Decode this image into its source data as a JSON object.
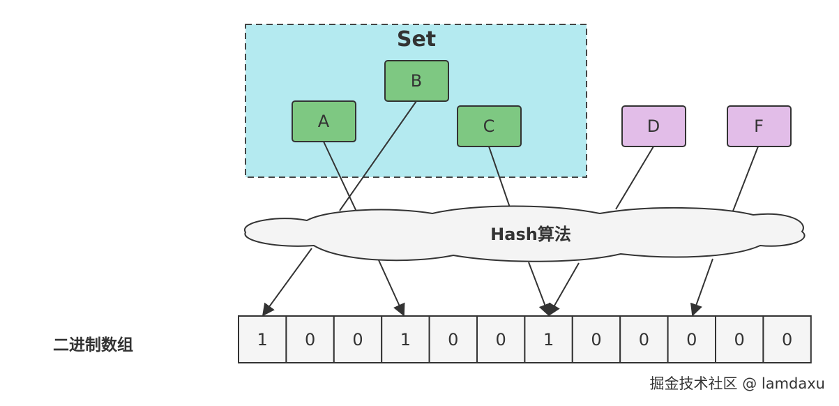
{
  "set": {
    "title": "Set",
    "fill": "#b4eaf0"
  },
  "set_nodes": [
    {
      "id": "A",
      "label": "A"
    },
    {
      "id": "B",
      "label": "B"
    },
    {
      "id": "C",
      "label": "C"
    }
  ],
  "outside_nodes": [
    {
      "id": "D",
      "label": "D"
    },
    {
      "id": "F",
      "label": "F"
    }
  ],
  "hash_cloud": {
    "label": "Hash算法"
  },
  "binary_array": {
    "label": "二进制数组",
    "cells": [
      "1",
      "0",
      "0",
      "1",
      "0",
      "0",
      "1",
      "0",
      "0",
      "0",
      "0",
      "0"
    ]
  },
  "watermark": "掘金技术社区 @ lamdaxu",
  "colors": {
    "set_node_fill": "#7ec882",
    "outside_node_fill": "#e2bde8",
    "node_stroke": "#333333",
    "cloud_fill": "#f4f4f4",
    "cell_fill": "#f5f5f5"
  }
}
